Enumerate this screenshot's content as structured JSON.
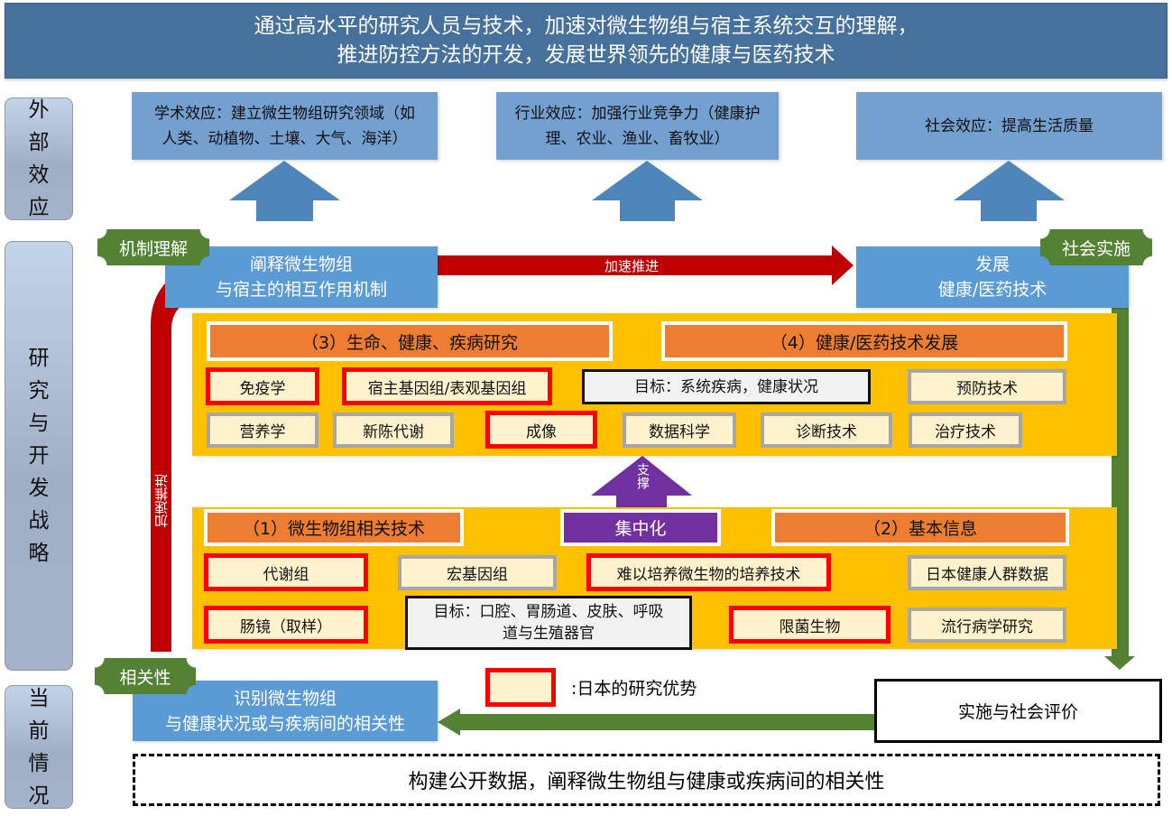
{
  "banner": {
    "line1": "通过高水平的研究人员与技术，加速对微生物组与宿主系统交互的理解，",
    "line2": "推进防控方法的开发，发展世界领先的健康与医药技术"
  },
  "side_labels": {
    "external_effects": [
      "外",
      "部",
      "效",
      "应"
    ],
    "rd_strategy": [
      "研",
      "究",
      "与",
      "开",
      "发",
      "战",
      "略"
    ],
    "current_status": [
      "当",
      "前",
      "情",
      "况"
    ]
  },
  "effects": {
    "academic": {
      "line1": "学术效应：建立微生物组研究领域（如",
      "line2": "人类、动植物、土壤、大气、海洋）"
    },
    "industry": {
      "line1": "行业效应：加强行业竞争力（健康护",
      "line2": "理、农业、渔业、畜牧业）"
    },
    "social": {
      "line1": "社会效应：提高生活质量"
    }
  },
  "tags": {
    "mechanism": "机制理解",
    "social_implementation": "社会实施",
    "correlation": "相关性"
  },
  "mechanism_box": {
    "line1": "阐释微生物组",
    "line2": "与宿主的相互作用机制"
  },
  "development_box": {
    "line1": "发展",
    "line2": "健康/医药技术"
  },
  "correlation_box": {
    "line1": "识别微生物组",
    "line2": "与健康状况或与疾病间的相关性"
  },
  "arrows": {
    "accelerate_horizontal": "加速推进",
    "accelerate_vertical": "加速推进",
    "support": "支撑"
  },
  "upper_panel": {
    "header_left": "（3）生命、健康、疾病研究",
    "header_right": "（4）健康/医药技术发展",
    "row1": [
      {
        "label": "免疫学",
        "strength": true
      },
      {
        "label": "宿主基因组/表观基因组",
        "strength": true
      },
      {
        "label": "目标：系统疾病，健康状况",
        "goal": true
      },
      {
        "label": "预防技术",
        "strength": false
      }
    ],
    "row2": [
      {
        "label": "营养学",
        "strength": false
      },
      {
        "label": "新陈代谢",
        "strength": false
      },
      {
        "label": "成像",
        "strength": true
      },
      {
        "label": "数据科学",
        "strength": false
      },
      {
        "label": "诊断技术",
        "strength": false
      },
      {
        "label": "治疗技术",
        "strength": false
      }
    ]
  },
  "lower_panel": {
    "header_left": "（1）微生物组相关技术",
    "header_middle": "集中化",
    "header_right": "（2）基本信息",
    "row1": [
      {
        "label": "代谢组",
        "strength": true
      },
      {
        "label": "宏基因组",
        "strength": false
      },
      {
        "label": "难以培养微生物的培养技术",
        "strength": true
      },
      {
        "label": "日本健康人群数据",
        "strength": false
      }
    ],
    "row2": [
      {
        "label": "肠镜（取样）",
        "strength": true
      },
      {
        "label": "目标：口腔、胃肠道、皮肤、呼吸",
        "label2": "道与生殖器官",
        "goal": true
      },
      {
        "label": "限菌生物",
        "strength": true
      },
      {
        "label": "流行病学研究",
        "strength": false
      }
    ]
  },
  "legend": {
    "text": ":日本的研究优势"
  },
  "implementation_box": "实施与社会评价",
  "bottom_dashed": "构建公开数据，阐释微生物组与健康或疾病间的相关性",
  "colors": {
    "banner": "#45719c",
    "effect_box": "#73a0cf",
    "blue_box": "#5b9bd5",
    "green": "#548235",
    "red_arrow": "#c00000",
    "panel": "#ffc000",
    "header": "#ed7d31",
    "purple": "#7030a0",
    "item": "#fff2cc",
    "strength_border": "#ff0000"
  }
}
